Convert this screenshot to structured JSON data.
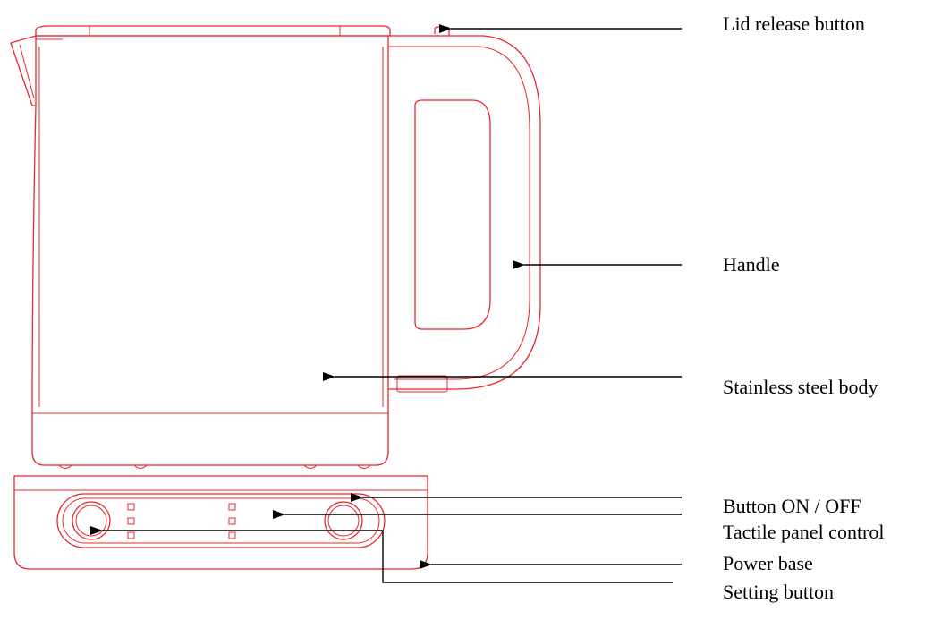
{
  "diagram": {
    "outline_color": "#e8282e",
    "leader_color": "#000000",
    "labels": {
      "lid_release_button": "Lid release button",
      "handle": "Handle",
      "stainless_steel_body": "Stainless steel body",
      "button_on_off": "Button ON / OFF",
      "tactile_panel_control": "Tactile panel control",
      "power_base": "Power base",
      "setting_button": "Setting button"
    }
  }
}
